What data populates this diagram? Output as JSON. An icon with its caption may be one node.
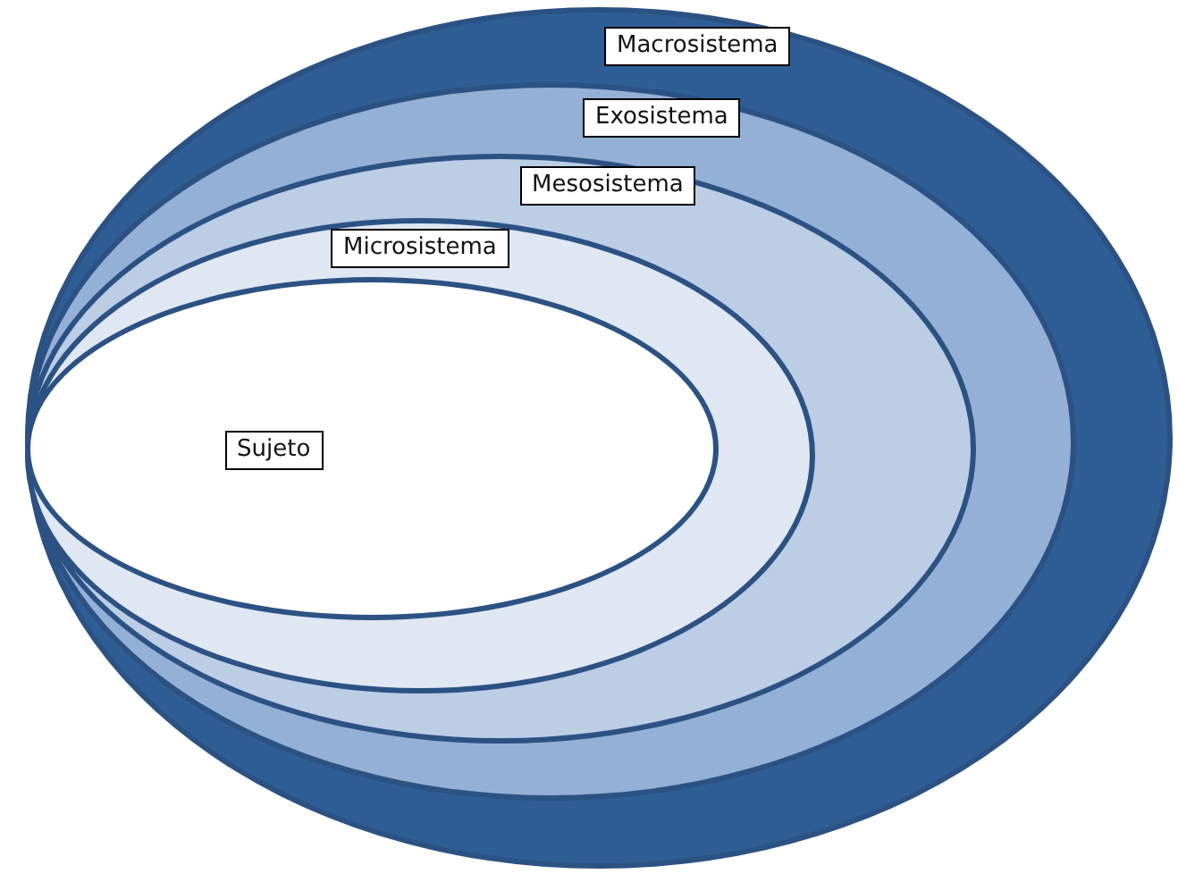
{
  "diagram": {
    "nodes": [
      {
        "text": [
          "Macrosistema"
        ]
      },
      {
        "text": [
          "Exosistema"
        ],
        "in": 0
      },
      {
        "text": [
          "Mesosistema"
        ],
        "in": 1
      },
      {
        "text": [
          "Microsistema"
        ],
        "in": 2
      },
      {
        "text": [
          "Sujeto"
        ],
        "in": 3
      }
    ]
  }
}
